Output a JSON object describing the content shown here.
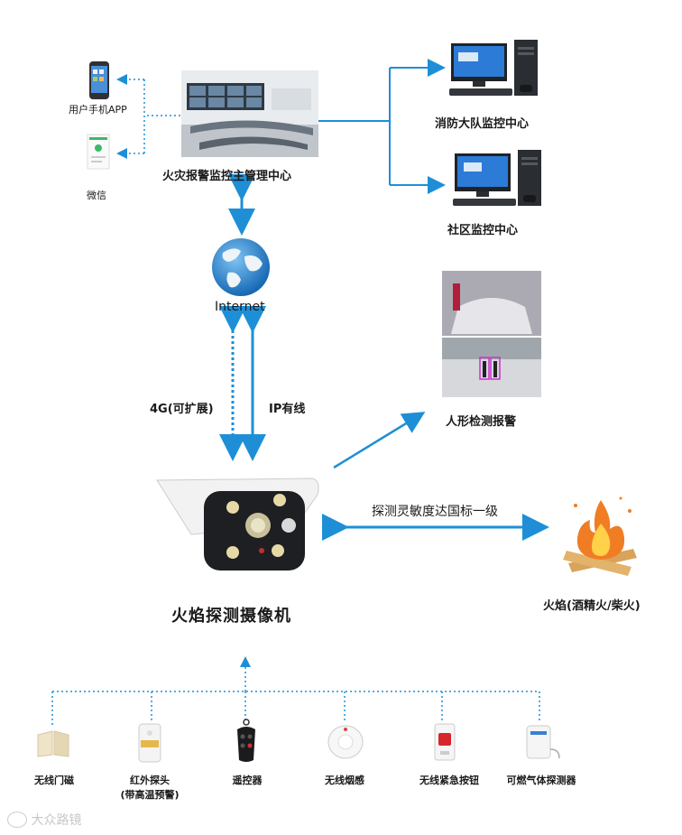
{
  "control_center": {
    "label": "火灾报警监控主管理中心"
  },
  "phone_app": {
    "label": "用户手机APP"
  },
  "wechat": {
    "label": "微信"
  },
  "fire_brigade": {
    "label": "消防大队监控中心"
  },
  "community": {
    "label": "社区监控中心"
  },
  "internet": {
    "label": "Internet"
  },
  "link_4g": {
    "label": "4G(可扩展)"
  },
  "link_ip": {
    "label": "IP有线"
  },
  "human_detect": {
    "label": "人形检测报警"
  },
  "camera": {
    "label": "火焰探测摄像机"
  },
  "sensitivity": {
    "label": "探测灵敏度达国标一级"
  },
  "flame": {
    "label": "火焰(酒精火/柴火)"
  },
  "sensors": [
    {
      "label": "无线门磁"
    },
    {
      "label": "红外探头",
      "sub": "(带高温预警)"
    },
    {
      "label": "遥控器"
    },
    {
      "label": "无线烟感"
    },
    {
      "label": "无线紧急按钮"
    },
    {
      "label": "可燃气体探测器"
    }
  ],
  "watermark": {
    "label": "大众路镜"
  }
}
